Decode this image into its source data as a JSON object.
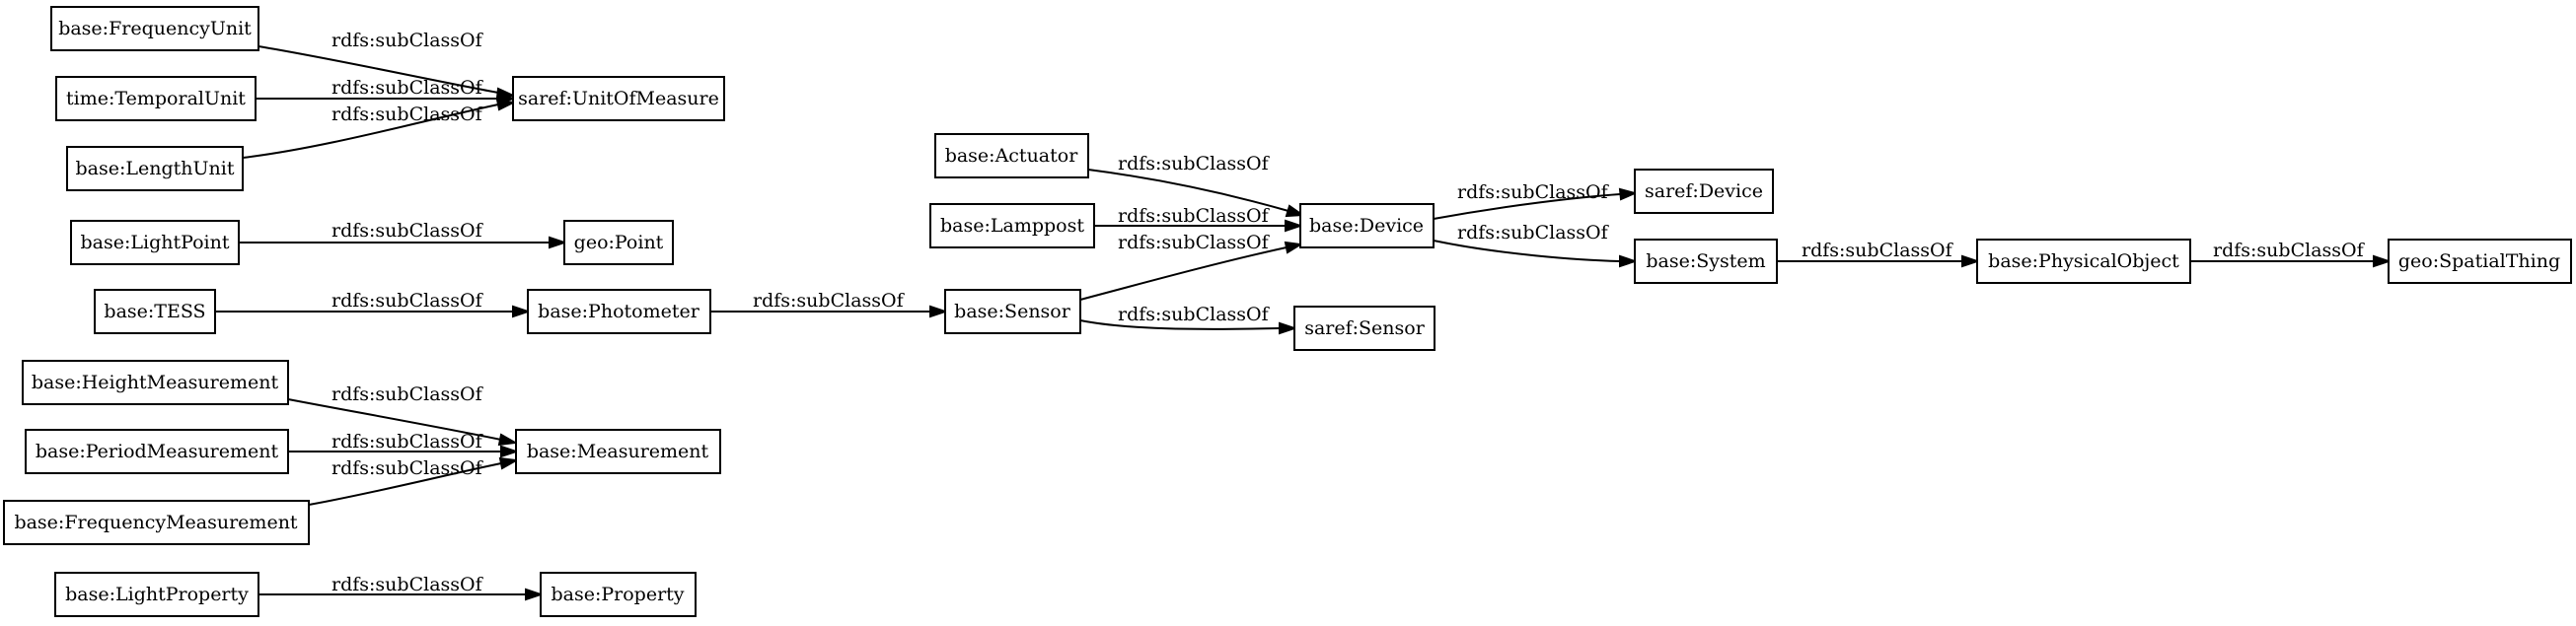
{
  "nodes": {
    "frequency_unit": "base:FrequencyUnit",
    "temporal_unit": "time:TemporalUnit",
    "length_unit": "base:LengthUnit",
    "unit_of_measure": "saref:UnitOfMeasure",
    "light_point": "base:LightPoint",
    "geo_point": "geo:Point",
    "tess": "base:TESS",
    "photometer": "base:Photometer",
    "sensor": "base:Sensor",
    "saref_sensor": "saref:Sensor",
    "actuator": "base:Actuator",
    "lamppost": "base:Lamppost",
    "device": "base:Device",
    "saref_device": "saref:Device",
    "system": "base:System",
    "physical_object": "base:PhysicalObject",
    "spatial_thing": "geo:SpatialThing",
    "height_measurement": "base:HeightMeasurement",
    "period_measurement": "base:PeriodMeasurement",
    "frequency_measurement": "base:FrequencyMeasurement",
    "measurement": "base:Measurement",
    "light_property": "base:LightProperty",
    "property": "base:Property"
  },
  "edges": [
    {
      "from": "base:FrequencyUnit",
      "to": "saref:UnitOfMeasure",
      "label": "rdfs:subClassOf"
    },
    {
      "from": "time:TemporalUnit",
      "to": "saref:UnitOfMeasure",
      "label": "rdfs:subClassOf"
    },
    {
      "from": "base:LengthUnit",
      "to": "saref:UnitOfMeasure",
      "label": "rdfs:subClassOf"
    },
    {
      "from": "base:LightPoint",
      "to": "geo:Point",
      "label": "rdfs:subClassOf"
    },
    {
      "from": "base:TESS",
      "to": "base:Photometer",
      "label": "rdfs:subClassOf"
    },
    {
      "from": "base:Photometer",
      "to": "base:Sensor",
      "label": "rdfs:subClassOf"
    },
    {
      "from": "base:Sensor",
      "to": "base:Device",
      "label": "rdfs:subClassOf"
    },
    {
      "from": "base:Sensor",
      "to": "saref:Sensor",
      "label": "rdfs:subClassOf"
    },
    {
      "from": "base:Actuator",
      "to": "base:Device",
      "label": "rdfs:subClassOf"
    },
    {
      "from": "base:Lamppost",
      "to": "base:Device",
      "label": "rdfs:subClassOf"
    },
    {
      "from": "base:Device",
      "to": "saref:Device",
      "label": "rdfs:subClassOf"
    },
    {
      "from": "base:Device",
      "to": "base:System",
      "label": "rdfs:subClassOf"
    },
    {
      "from": "base:System",
      "to": "base:PhysicalObject",
      "label": "rdfs:subClassOf"
    },
    {
      "from": "base:PhysicalObject",
      "to": "geo:SpatialThing",
      "label": "rdfs:subClassOf"
    },
    {
      "from": "base:HeightMeasurement",
      "to": "base:Measurement",
      "label": "rdfs:subClassOf"
    },
    {
      "from": "base:PeriodMeasurement",
      "to": "base:Measurement",
      "label": "rdfs:subClassOf"
    },
    {
      "from": "base:FrequencyMeasurement",
      "to": "base:Measurement",
      "label": "rdfs:subClassOf"
    },
    {
      "from": "base:LightProperty",
      "to": "base:Property",
      "label": "rdfs:subClassOf"
    }
  ]
}
